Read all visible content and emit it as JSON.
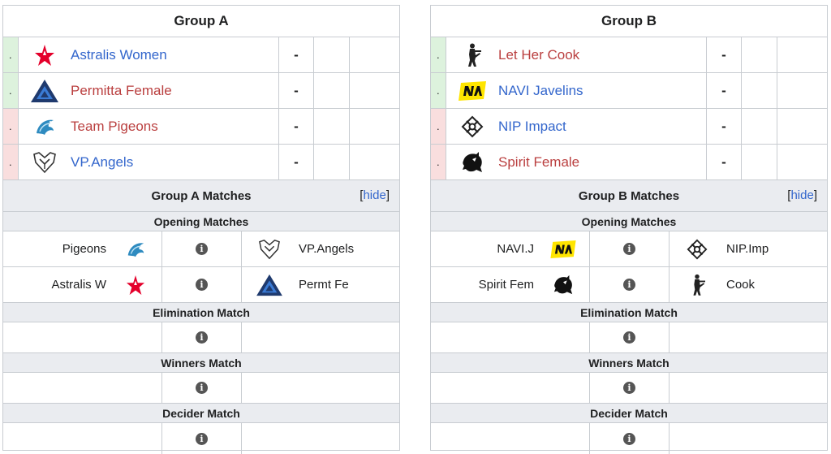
{
  "groups": [
    {
      "title": "Group A",
      "teams": [
        {
          "marker": ".",
          "status": "up",
          "name": "Astralis Women",
          "link": "blue",
          "score": "-",
          "icon": "astralis-logo-icon"
        },
        {
          "marker": ".",
          "status": "up",
          "name": "Permitta Female",
          "link": "red",
          "score": "-",
          "icon": "permitta-logo-icon"
        },
        {
          "marker": ".",
          "status": "down",
          "name": "Team Pigeons",
          "link": "red",
          "score": "-",
          "icon": "pigeons-logo-icon"
        },
        {
          "marker": ".",
          "status": "down",
          "name": "VP.Angels",
          "link": "blue",
          "score": "-",
          "icon": "vp-logo-icon"
        }
      ],
      "matches_title": "Group A Matches",
      "hide_open": "[",
      "hide_label": "hide",
      "hide_close": "]",
      "opening_label": "Opening Matches",
      "opening": [
        {
          "left": "Pigeons",
          "right": "VP.Angels"
        },
        {
          "left": "Astralis W",
          "right": "Permt Fe"
        }
      ],
      "elimination_label": "Elimination Match",
      "winners_label": "Winners Match",
      "decider_label": "Decider Match",
      "info_glyph": "i"
    },
    {
      "title": "Group B",
      "teams": [
        {
          "marker": ".",
          "status": "up",
          "name": "Let Her Cook",
          "link": "red",
          "score": "-",
          "icon": "counter-strike-soldier-icon"
        },
        {
          "marker": ".",
          "status": "up",
          "name": "NAVI Javelins",
          "link": "blue",
          "score": "-",
          "icon": "navi-logo-icon"
        },
        {
          "marker": ".",
          "status": "down",
          "name": "NIP Impact",
          "link": "blue",
          "score": "-",
          "icon": "nip-logo-icon"
        },
        {
          "marker": ".",
          "status": "down",
          "name": "Spirit Female",
          "link": "red",
          "score": "-",
          "icon": "spirit-logo-icon"
        }
      ],
      "matches_title": "Group B Matches",
      "hide_open": "[",
      "hide_label": "hide",
      "hide_close": "]",
      "opening_label": "Opening Matches",
      "opening": [
        {
          "left": "NAVI.J",
          "right": "NIP.Imp"
        },
        {
          "left": "Spirit Fem",
          "right": "Cook"
        }
      ],
      "elimination_label": "Elimination Match",
      "winners_label": "Winners Match",
      "decider_label": "Decider Match",
      "info_glyph": "i"
    }
  ],
  "colors": {
    "up": "#ddf2dd",
    "down": "#f9dede",
    "link_blue": "#3366cc",
    "link_red": "#ba3f3f",
    "header_bg": "#eaecf0"
  }
}
